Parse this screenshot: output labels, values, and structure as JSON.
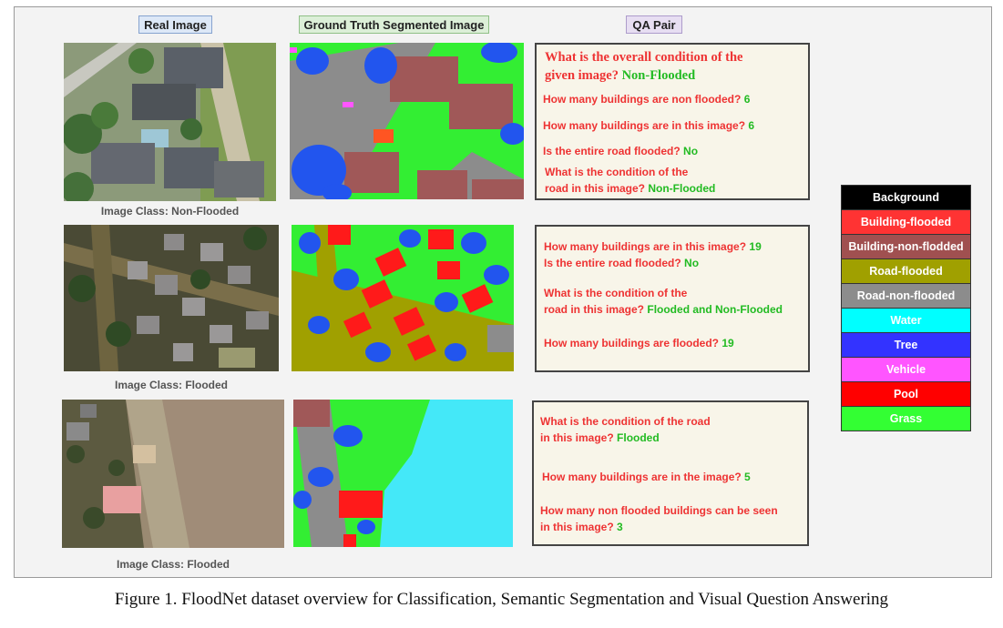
{
  "headers": {
    "real": "Real Image",
    "gt": "Ground Truth Segmented Image",
    "qa": "QA Pair"
  },
  "rows": [
    {
      "image_class": "Image Class: Non-Flooded",
      "qa": [
        {
          "q1": "What is the overall condition of the",
          "q2": "given image?",
          "a": "Non-Flooded"
        },
        {
          "q": "How many buildings are non flooded?",
          "a": "6"
        },
        {
          "q": "How many buildings are in this image?",
          "a": "6"
        },
        {
          "q": "Is the entire road flooded?",
          "a": "No"
        },
        {
          "q1": "What is the condition of the",
          "q2": "road in this image?",
          "a": "Non-Flooded"
        }
      ]
    },
    {
      "image_class": "Image Class: Flooded",
      "qa": [
        {
          "q": "How many buildings are in this image?",
          "a": "19"
        },
        {
          "q": "Is the entire road flooded?",
          "a": "No"
        },
        {
          "q1": "What is the condition of the",
          "q2": "road in this image?",
          "a": "Flooded and Non-Flooded"
        },
        {
          "q": "How many buildings are flooded?",
          "a": "19"
        }
      ]
    },
    {
      "image_class": "Image Class: Flooded",
      "qa": [
        {
          "q1": "What is the condition of the road",
          "q2": "in this image?",
          "a": "Flooded"
        },
        {
          "q": "How many buildings are in the image?",
          "a": "5"
        },
        {
          "q1": "How many non flooded buildings can be seen",
          "q2": "in this image?",
          "a": "3"
        }
      ]
    }
  ],
  "legend": [
    {
      "label": "Background",
      "color": "#000000"
    },
    {
      "label": "Building-flooded",
      "color": "#ff3333"
    },
    {
      "label": "Building-non-flodded",
      "color": "#a05050"
    },
    {
      "label": "Road-flooded",
      "color": "#a0a000"
    },
    {
      "label": "Road-non-flooded",
      "color": "#8c8c8c"
    },
    {
      "label": "Water",
      "color": "#00ffff"
    },
    {
      "label": "Tree",
      "color": "#3333ff"
    },
    {
      "label": "Vehicle",
      "color": "#ff55ff"
    },
    {
      "label": "Pool",
      "color": "#ff0000"
    },
    {
      "label": "Grass",
      "color": "#33ff33"
    }
  ],
  "caption": "Figure 1. FloodNet dataset overview for Classification, Semantic Segmentation and Visual Question Answering"
}
